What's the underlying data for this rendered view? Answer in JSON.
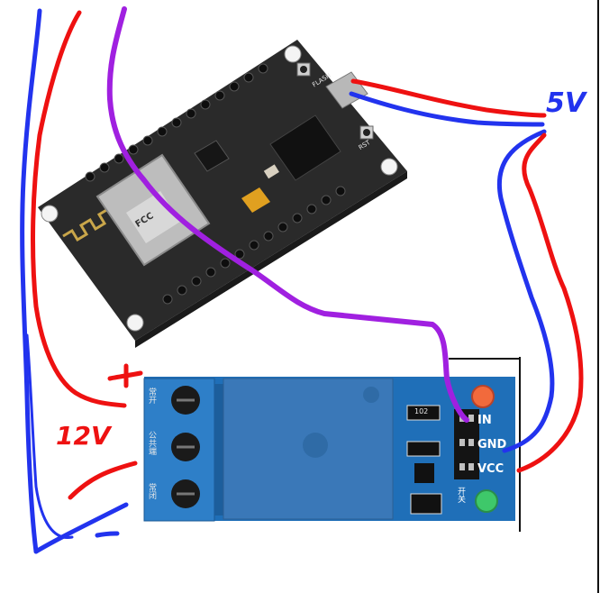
{
  "annotations": {
    "plus": "+",
    "volts_12": "12V",
    "minus": "-",
    "volts_5": "5V"
  },
  "relay": {
    "pin_in": "IN",
    "pin_gnd": "GND",
    "pin_vcc": "VCC",
    "terminal_labels": [
      "常开",
      "公共端",
      "常闭"
    ],
    "switch_label": "开关",
    "resistor_label": "102"
  },
  "board": {
    "flash_label": "FLASH",
    "rst_label": "RST",
    "chip_label": "FCC"
  },
  "colors": {
    "wire_red": "#ee1111",
    "wire_blue": "#2233ee",
    "wire_purple": "#a020e0",
    "board": "#2a2a2a",
    "relay_board": "#1f6fb8",
    "relay_body": "#3a78b8",
    "terminal": "#2e7fc8"
  }
}
